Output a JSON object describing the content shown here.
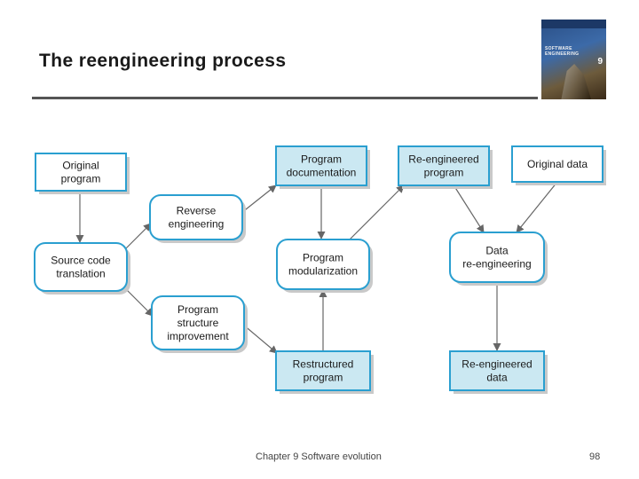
{
  "slide": {
    "title": "The reengineering process",
    "footer_chapter": "Chapter 9 Software evolution",
    "page_number": "98"
  },
  "cover": {
    "text": "SOFTWARE ENGINEERING",
    "edition": "9"
  },
  "colors": {
    "box_fill_light": "#ffffff",
    "box_fill_blue": "#cbe8f2",
    "box_border": "#2a9fd0",
    "box_shadow": "#c9c9c9",
    "arrow": "#666666",
    "title_rule": "#555555"
  },
  "diagram": {
    "nodes": [
      {
        "id": "original_program",
        "lines": [
          "Original",
          "program"
        ]
      },
      {
        "id": "program_documentation",
        "lines": [
          "Program",
          "documentation"
        ]
      },
      {
        "id": "reengineered_program",
        "lines": [
          "Re-engineered",
          "program"
        ]
      },
      {
        "id": "original_data",
        "lines": [
          "Original data"
        ]
      },
      {
        "id": "reverse_engineering",
        "lines": [
          "Reverse",
          "engineering"
        ]
      },
      {
        "id": "source_code_translation",
        "lines": [
          "Source code",
          "translation"
        ]
      },
      {
        "id": "program_modularization",
        "lines": [
          "Program",
          "modularization"
        ]
      },
      {
        "id": "data_reengineering",
        "lines": [
          "Data",
          "re-engineering"
        ]
      },
      {
        "id": "program_structure_improvement",
        "lines": [
          "Program",
          "structure",
          "improvement"
        ]
      },
      {
        "id": "restructured_program",
        "lines": [
          "Restructured",
          "program"
        ]
      },
      {
        "id": "reengineered_data",
        "lines": [
          "Re-engineered",
          "data"
        ]
      }
    ]
  }
}
